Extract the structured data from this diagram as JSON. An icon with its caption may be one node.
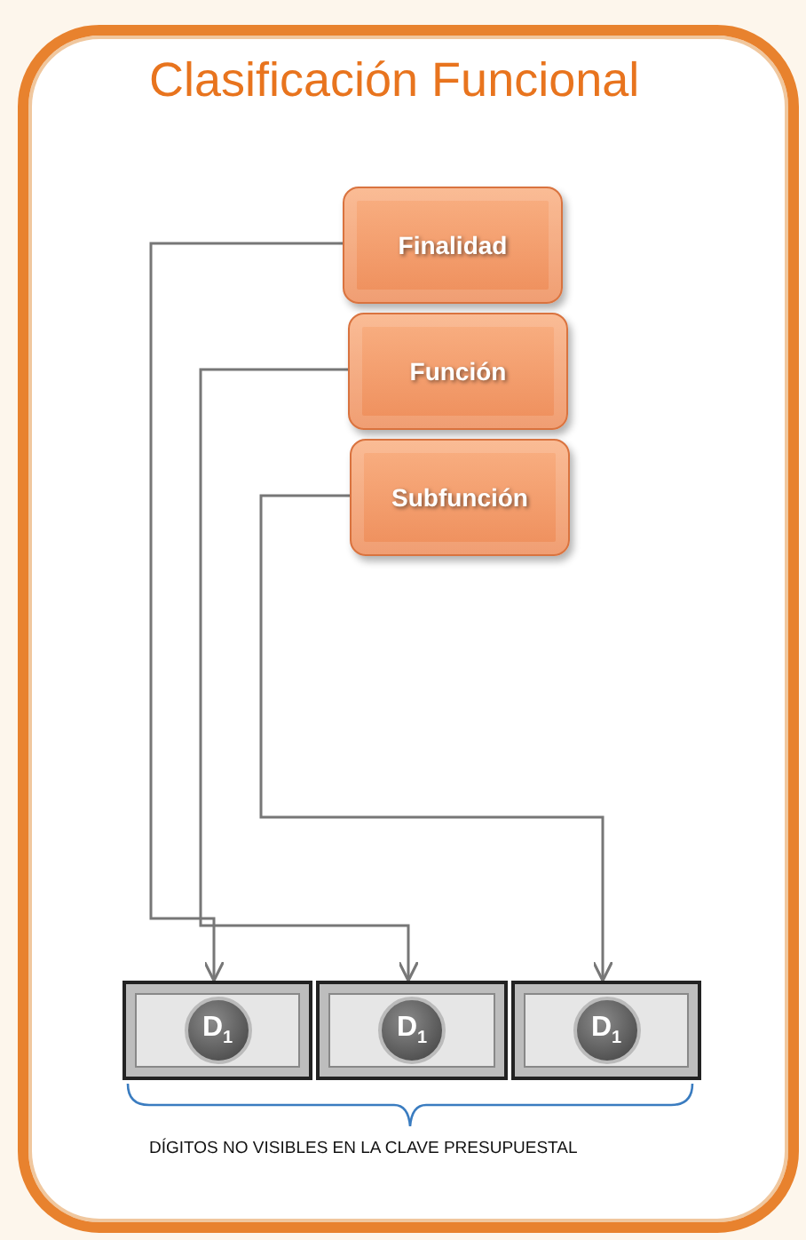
{
  "diagram": {
    "title": "Clasificación Funcional",
    "nodes": [
      {
        "text": [
          "Finalidad"
        ]
      },
      {
        "text": [
          "Función"
        ]
      },
      {
        "text": [
          "Subfunción"
        ]
      },
      {
        "text": [
          "D$_{1}$"
        ]
      },
      {
        "text": [
          "D$_{1}$"
        ]
      },
      {
        "text": [
          "D$_{1}$"
        ]
      }
    ],
    "edges": [
      {
        "from": 0,
        "to": 3,
        "arrow": "to"
      },
      {
        "from": 1,
        "to": 4,
        "arrow": "to"
      },
      {
        "from": 2,
        "to": 5,
        "arrow": "to"
      }
    ],
    "labels": [
      "DÍGITOS NO VISIBLES  EN LA CLAVE PRESUPUESTAL"
    ]
  }
}
